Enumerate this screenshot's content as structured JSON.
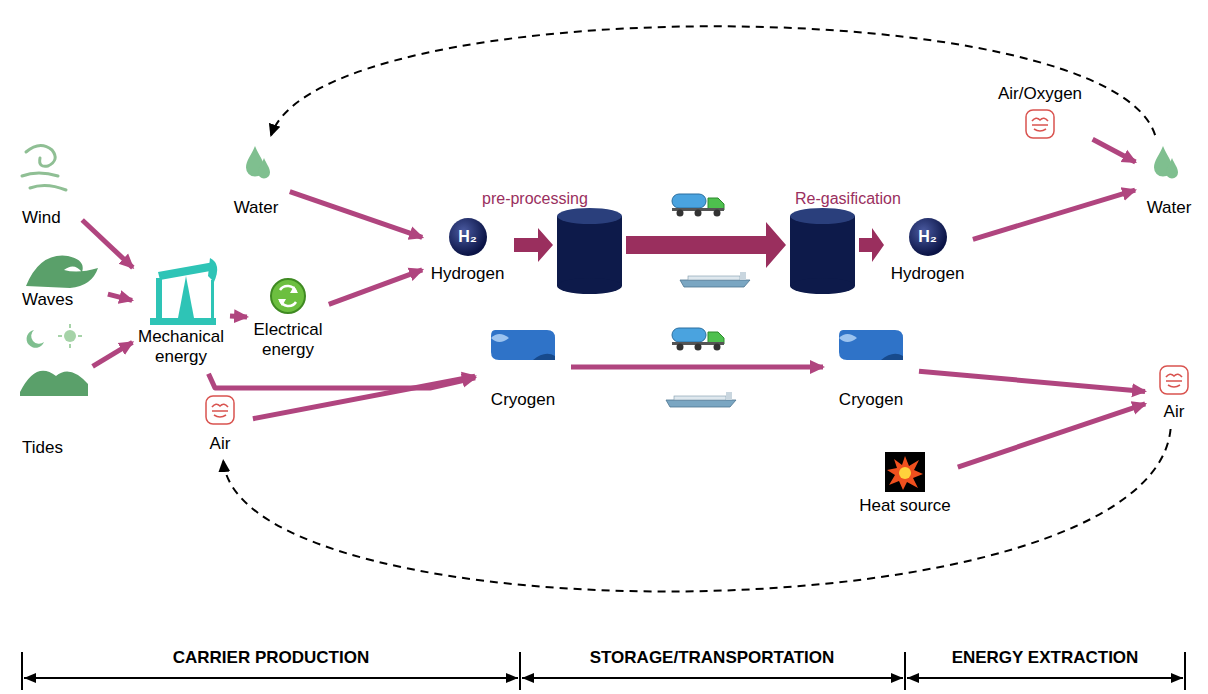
{
  "diagram": {
    "nodes": [
      {
        "text": [
          "Wind"
        ]
      },
      {
        "text": [
          "Waves"
        ]
      },
      {
        "text": [
          "Tides"
        ]
      },
      {
        "text": [
          "Mechanical energy"
        ]
      },
      {
        "text": [
          "Water"
        ]
      },
      {
        "text": [
          "Electrical energy"
        ]
      },
      {
        "text": [
          "H₂",
          "Hydrogen"
        ]
      },
      {
        "text": [
          "Air/Oxygen"
        ]
      },
      {
        "text": [
          "H₂",
          "Hydrogen"
        ]
      },
      {
        "text": [
          "Water"
        ]
      },
      {
        "text": [
          "Air"
        ]
      },
      {
        "text": [
          "Cryogen"
        ]
      },
      {
        "text": [
          "Cryogen"
        ]
      },
      {
        "text": [
          "Heat source"
        ]
      },
      {
        "text": [
          "Air"
        ]
      }
    ],
    "edges": [
      {
        "from": 0,
        "to": 3,
        "arrow": "to"
      },
      {
        "from": 1,
        "to": 3,
        "arrow": "to"
      },
      {
        "from": 2,
        "to": 3,
        "arrow": "to"
      },
      {
        "from": 3,
        "to": 5,
        "arrow": "to"
      },
      {
        "from": 4,
        "to": 6,
        "arrow": "to"
      },
      {
        "from": 5,
        "to": 6,
        "arrow": "to"
      },
      {
        "from": 8,
        "to": 9,
        "arrow": "to"
      },
      {
        "from": 7,
        "to": 9,
        "arrow": "to"
      },
      {
        "from": 9,
        "to": 4,
        "arrow": "to"
      },
      {
        "from": 3,
        "to": 11,
        "arrow": "to"
      },
      {
        "from": 10,
        "to": 11,
        "arrow": "to"
      },
      {
        "from": 11,
        "to": 12,
        "arrow": "to"
      },
      {
        "from": 12,
        "to": 14,
        "arrow": "to"
      },
      {
        "from": 13,
        "to": 14,
        "arrow": "to"
      },
      {
        "from": 14,
        "to": 10,
        "arrow": "to"
      }
    ],
    "labels": [
      "pre-processing",
      "Re-gasification",
      "CARRIER PRODUCTION",
      "STORAGE/TRANSPORTATION",
      "ENERGY EXTRACTION"
    ]
  }
}
